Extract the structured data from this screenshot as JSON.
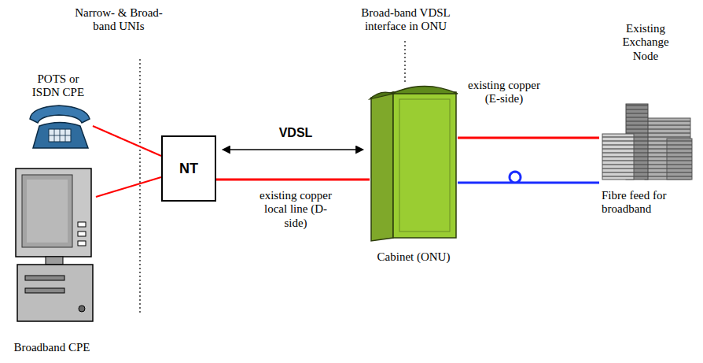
{
  "diagram": {
    "nodes": [
      {
        "text": [
          "POTS or ISDN CPE"
        ]
      },
      {
        "text": [
          "Broadband CPE"
        ]
      },
      {
        "text": [
          "NT"
        ]
      },
      {
        "text": [
          "Cabinet (ONU)"
        ]
      },
      {
        "text": [
          "Existing Exchange Node"
        ]
      }
    ],
    "edges": [
      {
        "from": 0,
        "to": 2,
        "arrow": "none"
      },
      {
        "from": 1,
        "to": 2,
        "arrow": "none"
      },
      {
        "from": 2,
        "to": 3,
        "arrow": "both",
        "label": "VDSL"
      },
      {
        "from": 2,
        "to": 3,
        "arrow": "none",
        "label": "existing copper local line (D-side)"
      },
      {
        "from": 3,
        "to": 4,
        "arrow": "none",
        "label": "existing copper (E-side)"
      },
      {
        "from": 3,
        "to": 4,
        "arrow": "none",
        "label": "Fibre feed for broadband"
      }
    ],
    "labels": [
      "Narrow- & Broad-band UNIs",
      "Broad-band VDSL interface in ONU"
    ]
  }
}
